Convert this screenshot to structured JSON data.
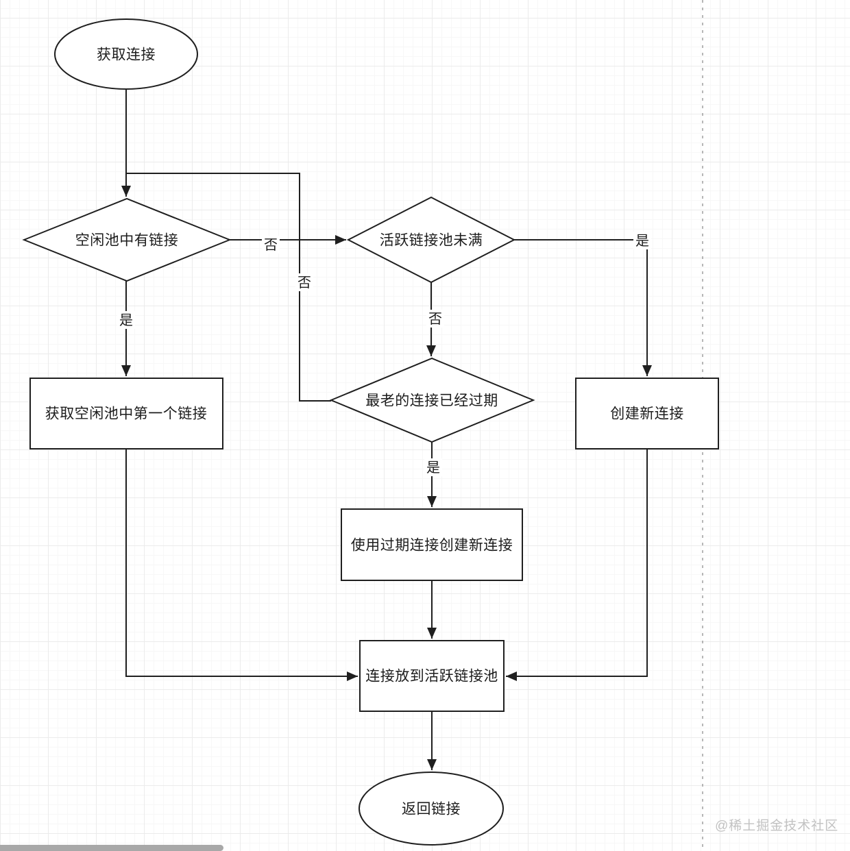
{
  "diagram": {
    "nodes": {
      "start": {
        "label": "获取连接",
        "type": "terminator"
      },
      "idle_has_link": {
        "label": "空闲池中有链接",
        "type": "decision"
      },
      "active_pool_not_full": {
        "label": "活跃链接池未满",
        "type": "decision"
      },
      "oldest_expired": {
        "label": "最老的连接已经过期",
        "type": "decision"
      },
      "get_first_idle": {
        "label": "获取空闲池中第一个链接",
        "type": "process"
      },
      "create_new": {
        "label": "创建新连接",
        "type": "process"
      },
      "create_from_expired": {
        "label": "使用过期连接创建新连接",
        "type": "process"
      },
      "put_in_active_pool": {
        "label": "连接放到活跃链接池",
        "type": "process"
      },
      "return_link": {
        "label": "返回链接",
        "type": "terminator"
      }
    },
    "edge_labels": {
      "idle_no": "否",
      "idle_yes": "是",
      "active_no": "否",
      "active_yes": "是",
      "expired_yes": "是",
      "expired_loop_no": "否"
    },
    "watermark": "@稀土掘金技术社区",
    "colors": {
      "line": "#1f1f1f",
      "node_fill": "#ffffff",
      "grid_major": "#ebebeb",
      "grid_minor": "#f7f7f7",
      "guide_dashed": "#9e9e9e",
      "watermark": "#c2c2c2",
      "scrollbar": "#a8a8a8"
    }
  }
}
